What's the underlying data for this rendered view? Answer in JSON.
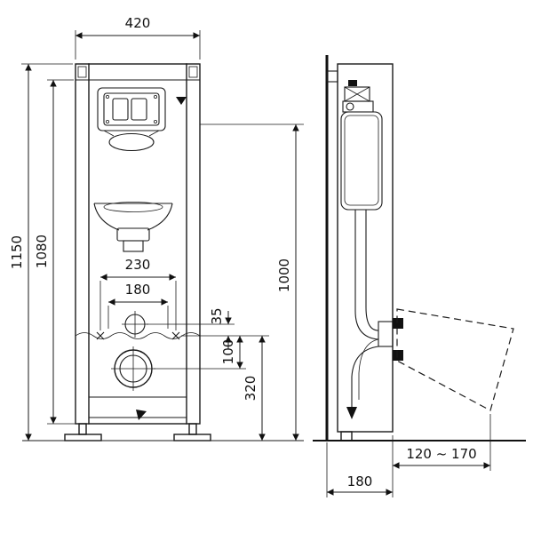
{
  "drawing": {
    "front_view": {
      "dim_width_top": "420",
      "dim_height_total": "1150",
      "dim_height_inner": "1080",
      "dim_fixing_outer_spacing": "230",
      "dim_fixing_inner_spacing": "180",
      "dim_inlet_offset": "35",
      "dim_inlet_to_outlet": "100",
      "dim_outlet_to_floor": "320",
      "dim_plate_to_floor": "1000"
    },
    "side_view": {
      "dim_bowl_depth_range": "120 ~ 170",
      "dim_frame_depth": "180"
    }
  }
}
